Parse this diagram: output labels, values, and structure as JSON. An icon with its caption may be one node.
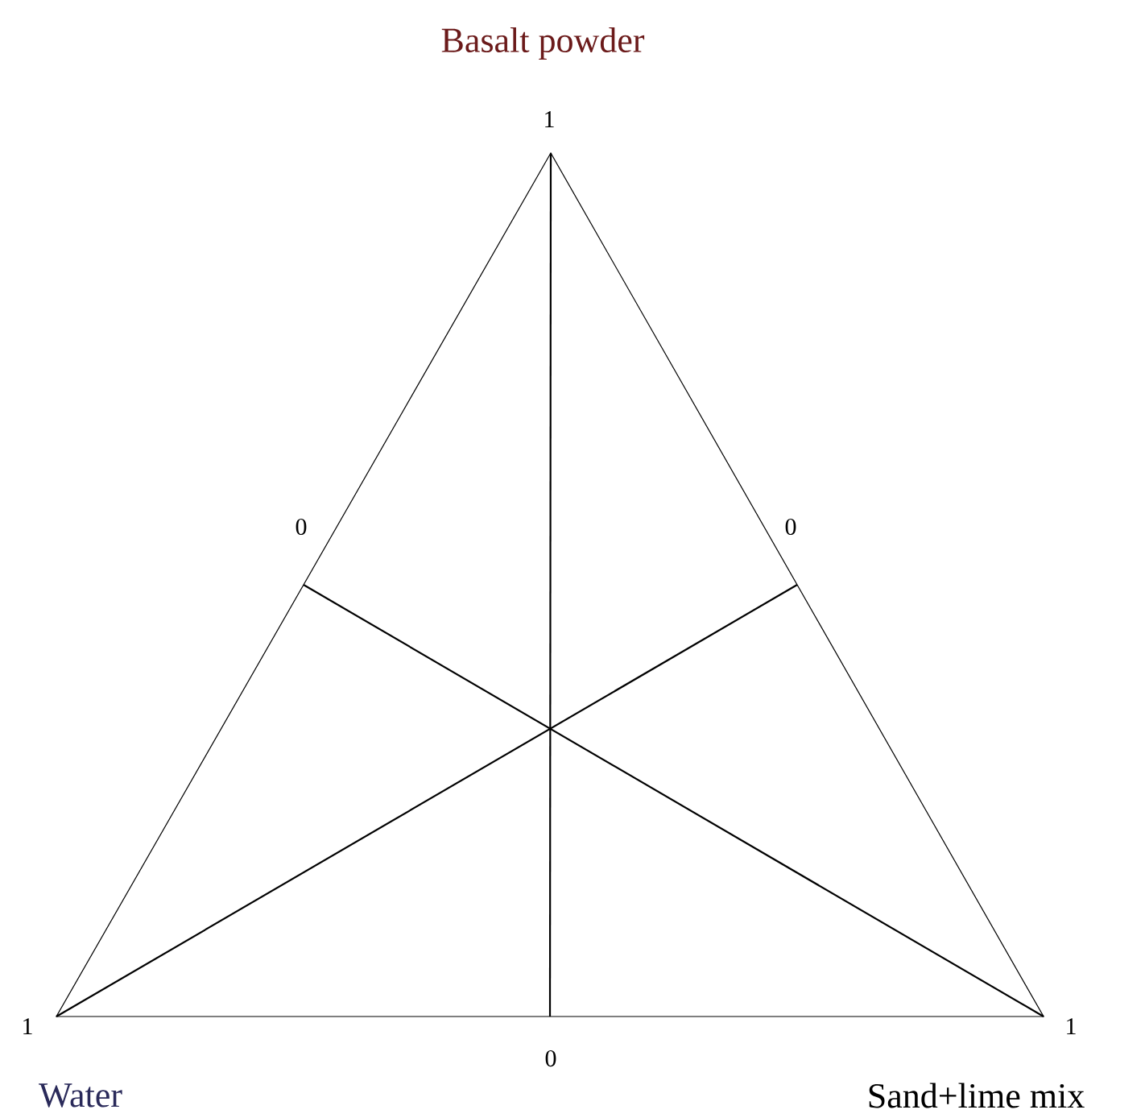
{
  "diagram": {
    "labels": [
      "Basalt powder",
      "1",
      "0",
      "0",
      "1",
      "0",
      "1",
      "Water",
      "Sand+lime mix"
    ]
  }
}
